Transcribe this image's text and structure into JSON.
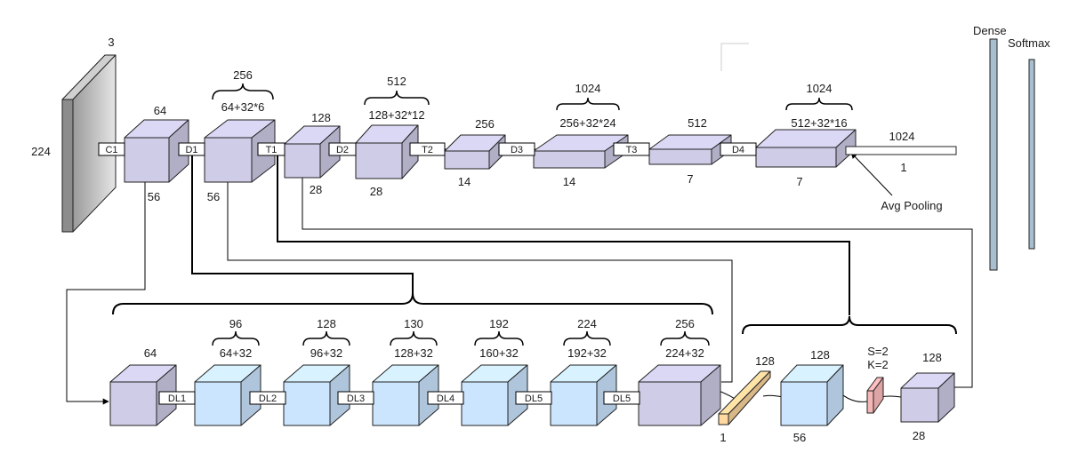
{
  "input": {
    "channels": "3",
    "size": "224"
  },
  "conv1": {
    "label": "C1",
    "channels": "64",
    "size": "56"
  },
  "top_path": [
    {
      "id": "d1",
      "connector": "D1",
      "channels": "64+32*6",
      "brace": "256",
      "size": "56"
    },
    {
      "id": "t1",
      "connector": "T1",
      "channels": "128",
      "size": "28"
    },
    {
      "id": "d2",
      "connector": "D2",
      "channels": "128+32*12",
      "brace": "512",
      "size": "28"
    },
    {
      "id": "t2",
      "connector": "T2",
      "channels": "256",
      "size": "14"
    },
    {
      "id": "d3",
      "connector": "D3",
      "channels": "256+32*24",
      "brace": "1024",
      "size": "14"
    },
    {
      "id": "t3",
      "connector": "T3",
      "channels": "512",
      "size": "7"
    },
    {
      "id": "d4",
      "connector": "D4",
      "channels": "512+32*16",
      "brace": "1024",
      "size": "7"
    }
  ],
  "pooling": {
    "label": "Avg Pooling",
    "channels": "1024",
    "size": "1"
  },
  "head": {
    "dense": "Dense",
    "softmax": "Softmax"
  },
  "bottom_path": {
    "start": {
      "channels": "64"
    },
    "layers": [
      {
        "connector": "DL1",
        "channels": "64+32",
        "brace": "96"
      },
      {
        "connector": "DL2",
        "channels": "96+32",
        "brace": "128"
      },
      {
        "connector": "DL3",
        "channels": "128+32",
        "brace": "130"
      },
      {
        "connector": "DL4",
        "channels": "160+32",
        "brace": "192"
      },
      {
        "connector": "DL5",
        "channels": "192+32",
        "brace": "224"
      },
      {
        "connector": "DL5",
        "channels": "224+32",
        "brace": "256"
      }
    ]
  },
  "transition_block": {
    "bar_channels": "128",
    "bar_size": "1",
    "mid_channels": "128",
    "mid_size": "56",
    "stride": "S=2",
    "kernel": "K=2",
    "end_channels": "128",
    "end_size": "28"
  },
  "colors": {
    "purple": "#CECCE6",
    "blue": "#CCE5FF",
    "gray": "#BDBDBD",
    "orange": "#FFD9A0",
    "red": "#F4B6B6",
    "head_bar": "#A8BFD0"
  }
}
